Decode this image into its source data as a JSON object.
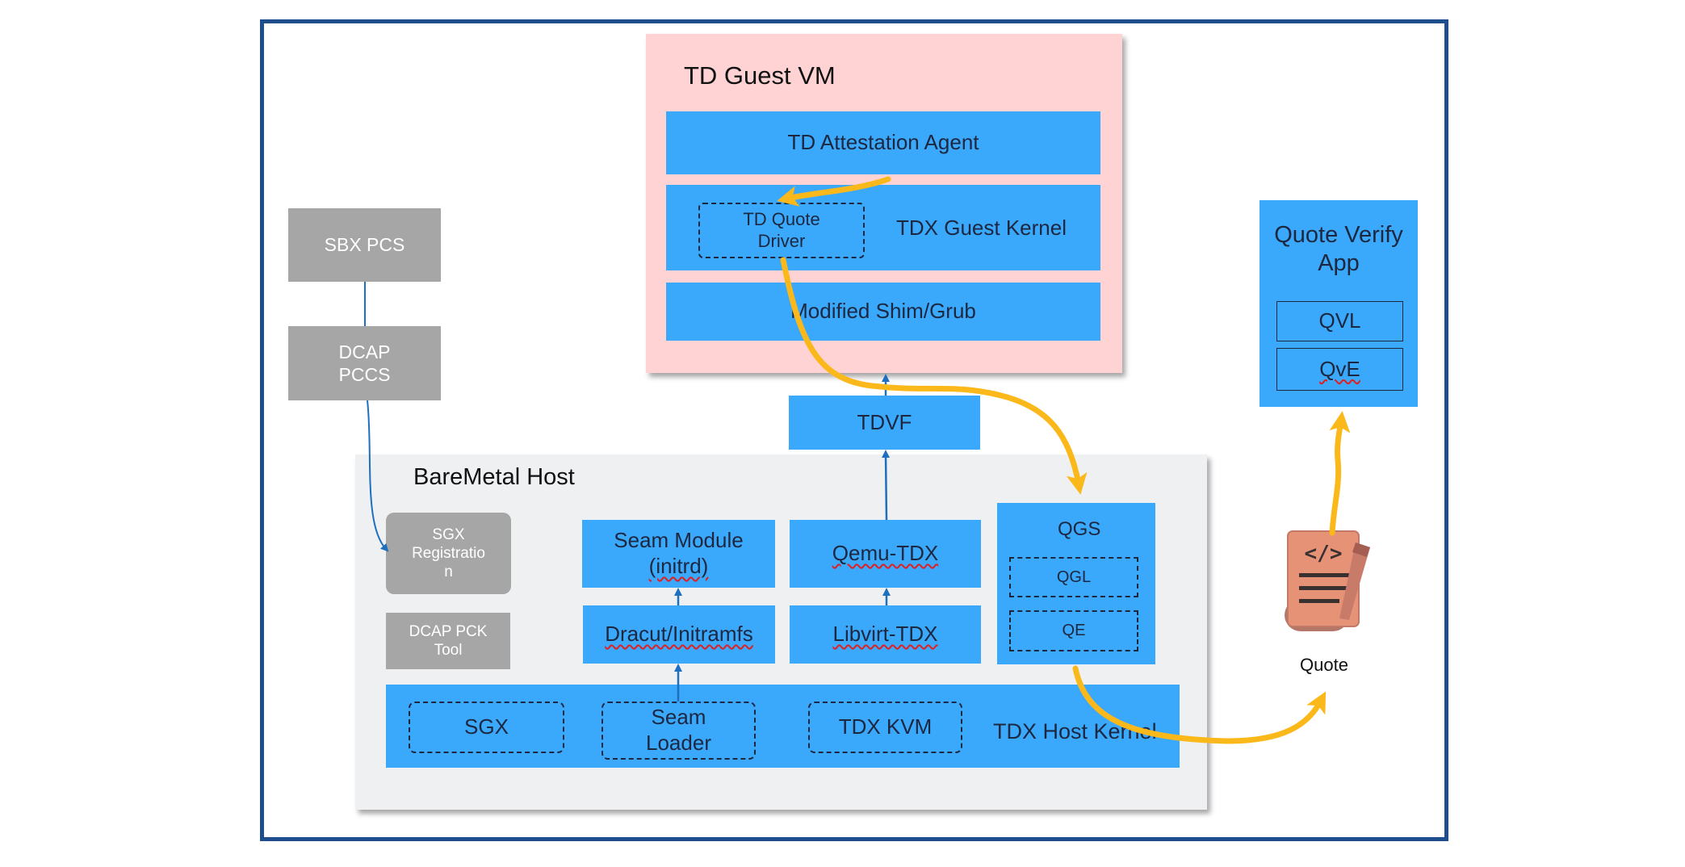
{
  "guest_vm": {
    "title": "TD Guest VM",
    "attestation_agent": "TD Attestation Agent",
    "quote_driver": "TD Quote\nDriver",
    "guest_kernel": "TDX Guest  Kernel",
    "shim_grub": "Modified Shim/Grub"
  },
  "tdvf": "TDVF",
  "host": {
    "title": "BareMetal Host",
    "sgx_registration": "SGX\nRegistratio\nn",
    "dcap_pck_tool": "DCAP PCK\nTool",
    "seam_module_line1": "Seam Module",
    "seam_module_line2": "(initrd)",
    "dracut": "Dracut/Initramfs",
    "qemu": "Qemu-TDX",
    "libvirt": "Libvirt-TDX",
    "qgs": "QGS",
    "qgl": "QGL",
    "qe": "QE",
    "host_kernel": "TDX Host  Kernel",
    "sgx": "SGX",
    "seam_loader": "Seam\nLoader",
    "tdx_kvm": "TDX KVM"
  },
  "pcs": {
    "sbx_pcs": "SBX PCS",
    "dcap_pccs": "DCAP\nPCCS"
  },
  "verify_app": {
    "title": "Quote Verify\nApp",
    "qvl": "QVL",
    "qve": "QvE"
  },
  "quote": {
    "label": "Quote",
    "icon": "code-document-icon"
  },
  "colors": {
    "component_blue": "#3aa8fb",
    "guest_panel": "#ffd3d3",
    "host_panel": "#eef0f2",
    "pcs_gray": "#a6a6a6",
    "flow_arrow": "#fbb81b",
    "connector_arrow": "#1f6fbf",
    "frame_border": "#1f4e8c"
  }
}
